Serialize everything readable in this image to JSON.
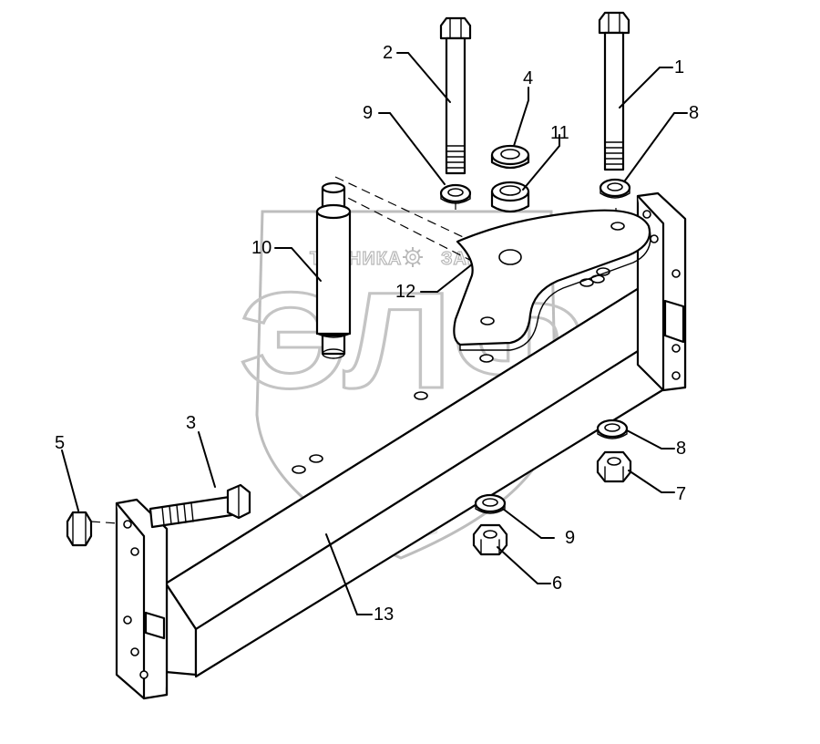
{
  "diagram": {
    "watermark": {
      "text_left": "ТЕХНИКА",
      "text_right": "ЗАПЧАСТИ",
      "logo": "ЭЛФ",
      "gear_icon": "gear-icon"
    },
    "callouts": [
      {
        "id": "c1",
        "label": "1"
      },
      {
        "id": "c2",
        "label": "2"
      },
      {
        "id": "c3",
        "label": "3"
      },
      {
        "id": "c4",
        "label": "4"
      },
      {
        "id": "c5",
        "label": "5"
      },
      {
        "id": "c6",
        "label": "6"
      },
      {
        "id": "c7",
        "label": "7"
      },
      {
        "id": "c8a",
        "label": "8"
      },
      {
        "id": "c8b",
        "label": "8"
      },
      {
        "id": "c9a",
        "label": "9"
      },
      {
        "id": "c9b",
        "label": "9"
      },
      {
        "id": "c10",
        "label": "10"
      },
      {
        "id": "c11",
        "label": "11"
      },
      {
        "id": "c12",
        "label": "12"
      },
      {
        "id": "c13",
        "label": "13"
      }
    ]
  }
}
